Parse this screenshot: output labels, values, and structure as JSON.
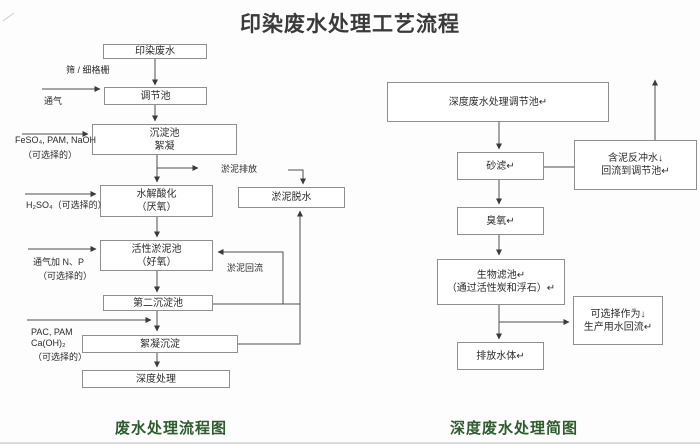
{
  "title": "印染废水处理工艺流程",
  "colors": {
    "box_border": "#8f8f8f",
    "connector": "#4d4d4d",
    "caption_green": "#2e5c2e",
    "title_text": "#3a3a3a"
  },
  "left_chart": {
    "caption": "废水处理流程图",
    "boxes": {
      "influent": "印染废水",
      "regulating_tank": "调节池",
      "sedimentation_line1": "沉淀池",
      "sedimentation_line2": "絮凝",
      "hydrolysis_line1": "水解酸化",
      "hydrolysis_line2": "（厌氧）",
      "activated_sludge_line1": "活性淤泥池",
      "activated_sludge_line2": "（好氧）",
      "secondary_sedimentation": "第二沉淀池",
      "flocculation_sedimentation": "絮凝沉淀",
      "advanced_treatment": "深度处理",
      "sludge_dewatering": "淤泥脱水"
    },
    "labels": {
      "screen": "筛 / 细格栅",
      "aeration": "通气",
      "feso4_line1": "FeSO₄, PAM, NaOH",
      "feso4_line2": "（可选择的）",
      "h2so4": "H₂SO₄（可选择的）",
      "np_line1": "通气加 N、P",
      "np_line2": "（可选择的）",
      "pac_line1": "PAC, PAM",
      "pac_line2": "Ca(OH)₂",
      "pac_line3": "（可选择的）",
      "sludge_discharge": "淤泥排放",
      "sludge_return": "淤泥回流"
    }
  },
  "right_chart": {
    "caption": "深度废水处理简图",
    "boxes": {
      "regulating_tank": "深度废水处理调节池↵",
      "sand_filter": "砂滤↵",
      "backwash_line1": "含泥反冲水↓",
      "backwash_line2": "回流到调节池↵",
      "ozone": "臭氧↵",
      "biofilter_line1": "生物滤池↵",
      "biofilter_line2": "（通过活性炭和浮石）↵",
      "reuse_line1": "可选择作为↓",
      "reuse_line2": "生产用水回流↵",
      "discharge": "排放水体↵"
    }
  }
}
